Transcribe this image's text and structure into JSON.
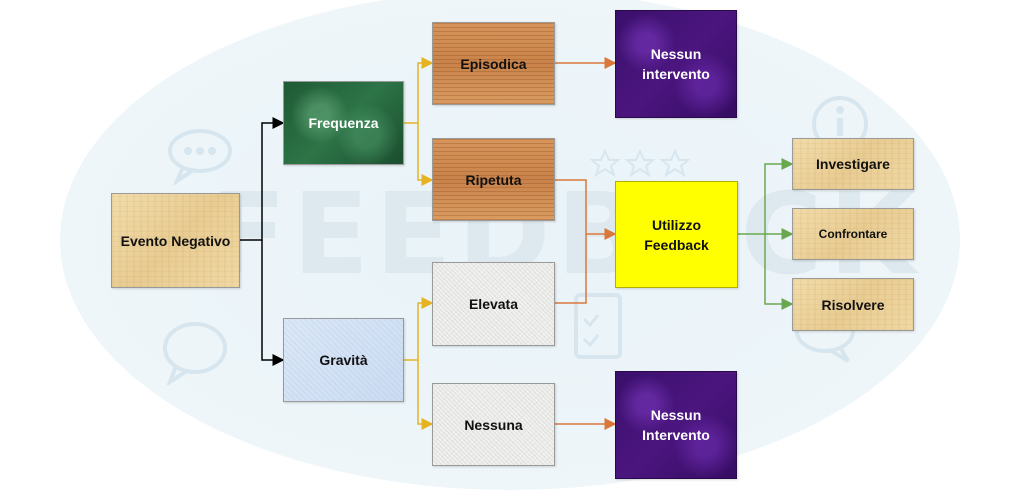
{
  "watermark": "FEEDBACK",
  "nodes": {
    "evento": "Evento Negativo",
    "frequenza": "Frequenza",
    "gravita": "Gravità",
    "episodica": "Episodica",
    "ripetuta": "Ripetuta",
    "elevata": "Elevata",
    "nessuna": "Nessuna",
    "nessun_intervento_1": "Nessun intervento",
    "nessun_intervento_2": "Nessun Intervento",
    "utilizzo_feedback": "Utilizzo Feedback",
    "investigare": "Investigare",
    "confrontare": "Confrontare",
    "risolvere": "Risolvere"
  },
  "colors": {
    "black_arrow": "#000000",
    "gold_arrow": "#e6b422",
    "orange_arrow": "#d9783a",
    "green_arrow": "#6aa84f",
    "highlight": "#ffff00"
  }
}
